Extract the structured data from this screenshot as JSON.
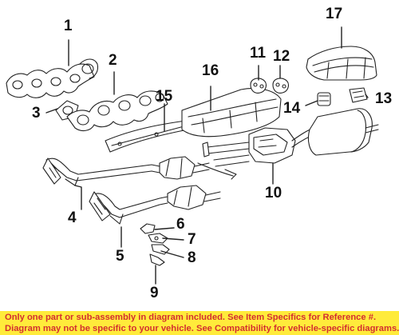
{
  "callouts": [
    "1",
    "2",
    "3",
    "4",
    "5",
    "6",
    "7",
    "8",
    "9",
    "10",
    "11",
    "12",
    "13",
    "14",
    "15",
    "16",
    "17"
  ],
  "notice": {
    "line1": "Only one part or sub-assembly in diagram included. See Item Specifics for Reference #.",
    "line2": "Diagram may not be specific to your vehicle. See Compatibility for vehicle-specific diagrams."
  },
  "colors": {
    "notice_background": "#ffeb3b",
    "notice_text": "#d32f2f",
    "line_art": "#222222"
  }
}
